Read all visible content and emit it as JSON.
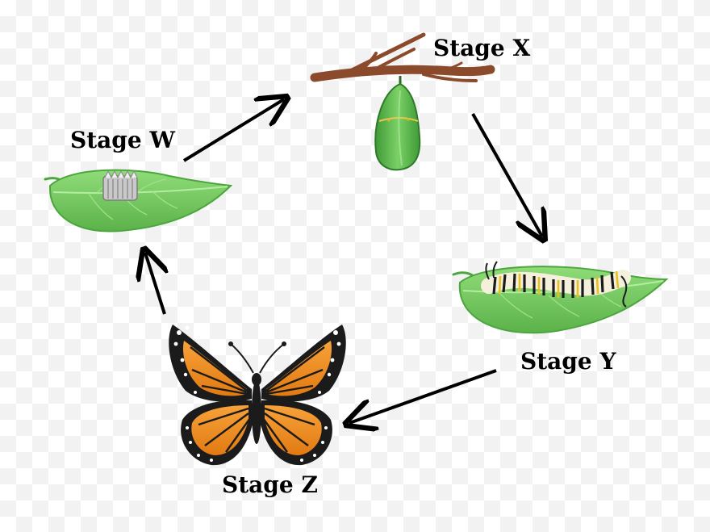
{
  "stages": {
    "x": {
      "label": "Stage X",
      "depicts": "chrysalis"
    },
    "w": {
      "label": "Stage W",
      "depicts": "egg"
    },
    "y": {
      "label": "Stage Y",
      "depicts": "caterpillar"
    },
    "z": {
      "label": "Stage Z",
      "depicts": "butterfly"
    }
  },
  "cycle_order": [
    "w",
    "x",
    "y",
    "z"
  ],
  "colors": {
    "leaf": "#7ed06a",
    "leaf_dark": "#4aa63d",
    "branch": "#8b4a2b",
    "chrysalis": "#6cc257",
    "wing_orange": "#f08a1f",
    "wing_black": "#1b1b1b",
    "arrow": "#000000"
  }
}
